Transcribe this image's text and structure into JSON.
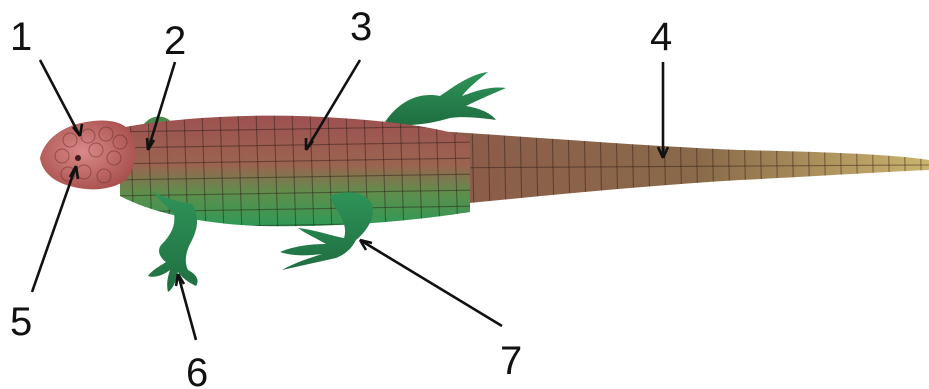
{
  "figure": {
    "labels": [
      "1",
      "2",
      "3",
      "4",
      "5",
      "6",
      "7"
    ]
  },
  "colors": {
    "back": "#a5564e",
    "head": "#c96a68",
    "belly": "#3a9a55",
    "limb": "#2e8a55",
    "limb_dark": "#1f6a3e",
    "tail_tip": "#c9b070",
    "pointer": "#111111"
  }
}
